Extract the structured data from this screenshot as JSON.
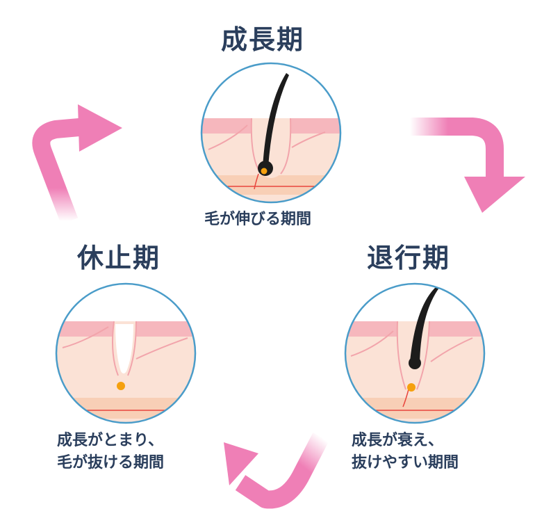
{
  "stages": {
    "growth": {
      "title": "成長期",
      "caption": [
        "毛が伸びる期間"
      ]
    },
    "regression": {
      "title": "退行期",
      "caption": [
        "成長が衰え、",
        "抜けやすい期間"
      ]
    },
    "resting": {
      "title": "休止期",
      "caption": [
        "成長がとまり、",
        "毛が抜ける期間"
      ]
    }
  },
  "colors": {
    "text": "#2a3e5c",
    "arrow": "#ef7fb6",
    "circle_border": "#4a9cc9",
    "skin_light": "#fbe2d6",
    "skin_pink": "#f6b7bd",
    "skin_band": "#f8cfb6",
    "hair": "#1c1c1c",
    "bulb": "#f5a00e",
    "vessel": "#e8453d"
  },
  "icons": [
    "growth-phase-illustration",
    "regression-phase-illustration",
    "resting-phase-illustration",
    "cycle-arrow"
  ]
}
